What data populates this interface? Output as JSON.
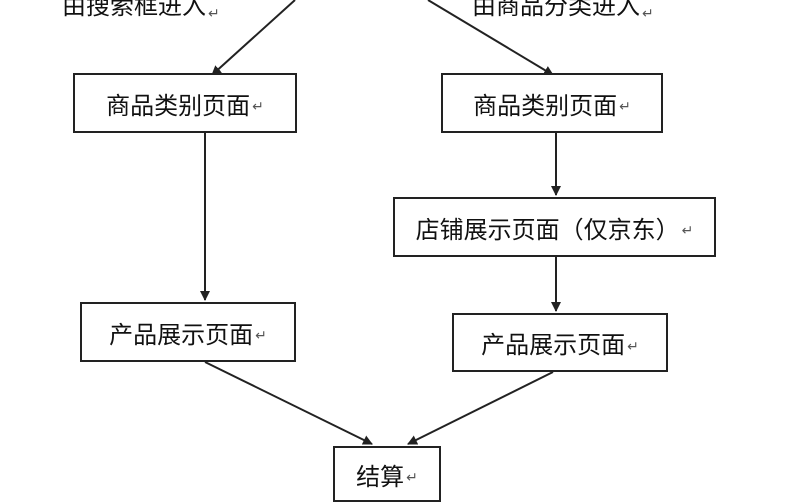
{
  "diagram": {
    "entry_left": "由搜索框进入",
    "entry_right": "由商品分类进入",
    "return_mark": "↵",
    "left_path": {
      "category_page": "商品类别页面",
      "product_page": "产品展示页面"
    },
    "right_path": {
      "category_page": "商品类别页面",
      "store_page": "店铺展示页面（仅京东）",
      "product_page": "产品展示页面"
    },
    "end": "结算"
  }
}
